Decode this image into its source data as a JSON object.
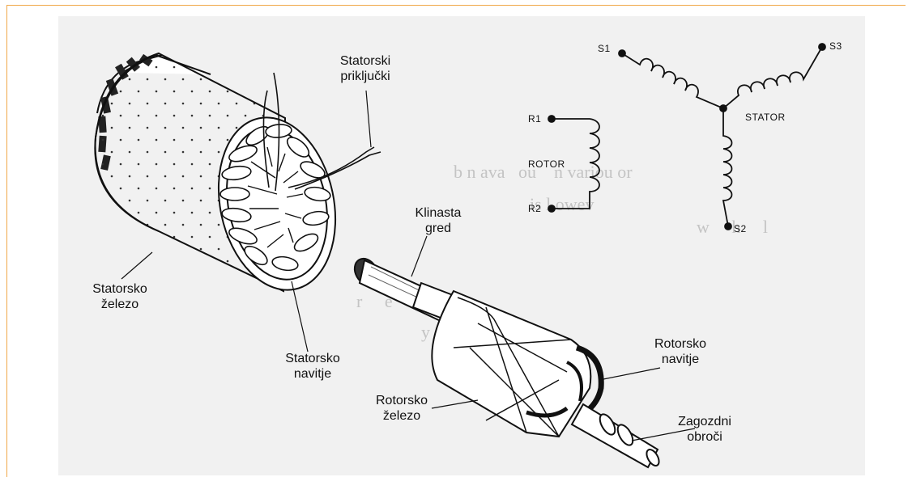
{
  "labels": {
    "stator_terminals": [
      "Statorski",
      "priključki"
    ],
    "stator_iron": [
      "Statorsko",
      "železo"
    ],
    "stator_winding": [
      "Statorsko",
      "navitje"
    ],
    "key_shaft": [
      "Klinasta",
      "gred"
    ],
    "rotor_winding": [
      "Rotorsko",
      "navitje"
    ],
    "rotor_iron": [
      "Rotorsko",
      "železo"
    ],
    "slip_rings": [
      "Zagozdni",
      "obroči"
    ]
  },
  "schematic": {
    "S1": "S1",
    "S2": "S2",
    "S3": "S3",
    "R1": "R1",
    "R2": "R2",
    "stator": "STATOR",
    "rotor": "ROTOR"
  },
  "colors": {
    "frame": "#f0a848",
    "ink": "#111111",
    "paper": "#f1f1f1"
  }
}
